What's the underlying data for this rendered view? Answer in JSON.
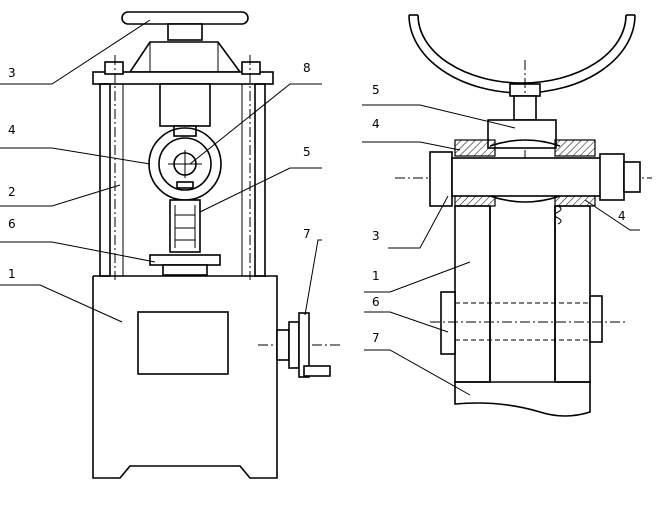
{
  "left_view": {
    "labels": [
      "3",
      "8",
      "4",
      "5",
      "2",
      "6",
      "7",
      "1"
    ]
  },
  "right_view": {
    "labels": [
      "5",
      "4",
      "3",
      "4",
      "1",
      "6",
      "7"
    ]
  }
}
